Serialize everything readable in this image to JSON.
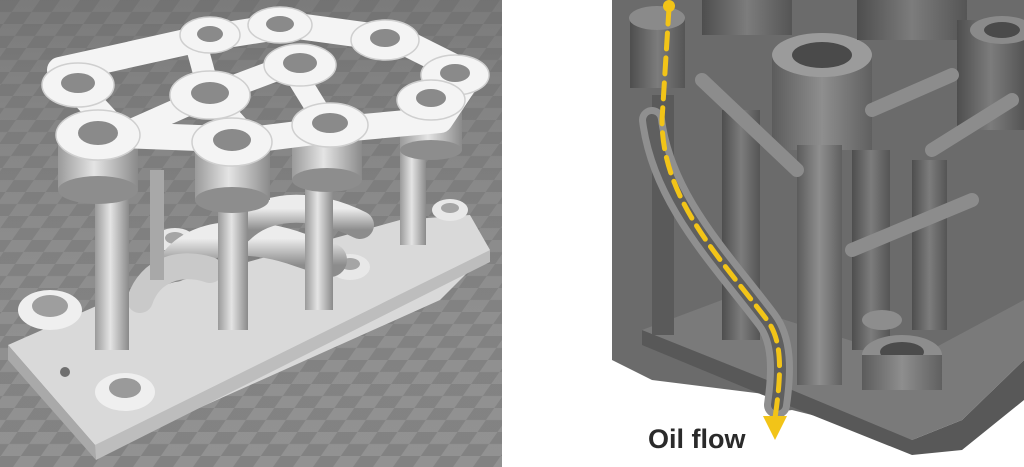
{
  "left_image": {
    "subject": "3d-printed-manifold-render",
    "floor_color": "#8c8c8c",
    "part_color": "#e8e8e8"
  },
  "right_image": {
    "subject": "manifold-cutaway-render",
    "part_color": "#6e6e6e",
    "flow_color": "#f2c418",
    "flow_label": "Oil flow"
  }
}
